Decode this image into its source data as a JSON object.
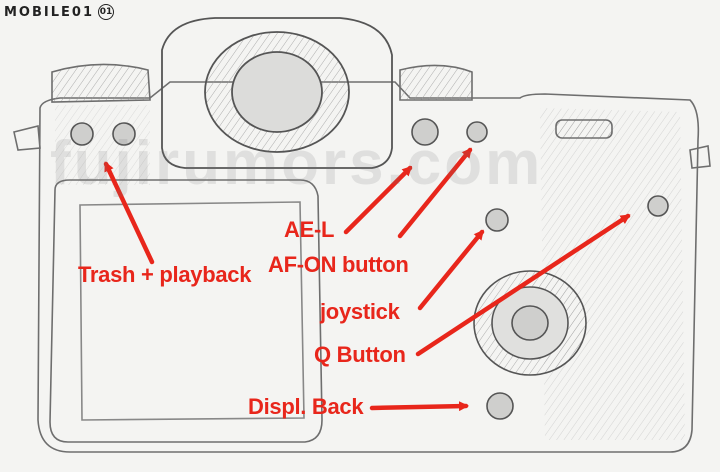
{
  "brand": {
    "text": "MOBILE01",
    "badge": "01"
  },
  "watermark": "fujirumors.com",
  "colors": {
    "annotation": "#e8261b",
    "sketch": "#6e6e6e",
    "paper": "#f4f4f2"
  },
  "labels": {
    "trash": "Trash + playback",
    "ael": "AE-L",
    "afon": "AF-ON button",
    "joystick": "joystick",
    "q": "Q Button",
    "displ": "Displ. Back"
  }
}
